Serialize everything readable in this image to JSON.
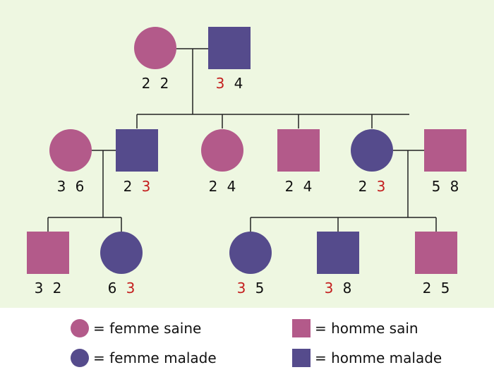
{
  "pedigree": {
    "members": [
      {
        "id": "g1-mother",
        "sex": "female",
        "status": "healthy",
        "alleles": [
          "2",
          "2"
        ],
        "highlight": [
          false,
          false
        ]
      },
      {
        "id": "g1-father",
        "sex": "male",
        "status": "affected",
        "alleles": [
          "3",
          "4"
        ],
        "highlight": [
          true,
          false
        ]
      },
      {
        "id": "g2-spouse-a",
        "sex": "female",
        "status": "healthy",
        "alleles": [
          "3",
          "6"
        ],
        "highlight": [
          false,
          false
        ]
      },
      {
        "id": "g2-son-1",
        "sex": "male",
        "status": "affected",
        "alleles": [
          "2",
          "3"
        ],
        "highlight": [
          false,
          true
        ]
      },
      {
        "id": "g2-daughter-1",
        "sex": "female",
        "status": "healthy",
        "alleles": [
          "2",
          "4"
        ],
        "highlight": [
          false,
          false
        ]
      },
      {
        "id": "g2-son-2",
        "sex": "male",
        "status": "healthy",
        "alleles": [
          "2",
          "4"
        ],
        "highlight": [
          false,
          false
        ]
      },
      {
        "id": "g2-daughter-2",
        "sex": "female",
        "status": "affected",
        "alleles": [
          "2",
          "3"
        ],
        "highlight": [
          false,
          true
        ]
      },
      {
        "id": "g2-spouse-b",
        "sex": "male",
        "status": "healthy",
        "alleles": [
          "5",
          "8"
        ],
        "highlight": [
          false,
          false
        ]
      },
      {
        "id": "g3-son-1",
        "sex": "male",
        "status": "healthy",
        "alleles": [
          "3",
          "2"
        ],
        "highlight": [
          false,
          false
        ]
      },
      {
        "id": "g3-daughter-1",
        "sex": "female",
        "status": "affected",
        "alleles": [
          "6",
          "3"
        ],
        "highlight": [
          false,
          true
        ]
      },
      {
        "id": "g3-daughter-2",
        "sex": "female",
        "status": "affected",
        "alleles": [
          "3",
          "5"
        ],
        "highlight": [
          true,
          false
        ]
      },
      {
        "id": "g3-son-2",
        "sex": "male",
        "status": "affected",
        "alleles": [
          "3",
          "8"
        ],
        "highlight": [
          true,
          false
        ]
      },
      {
        "id": "g3-son-3",
        "sex": "male",
        "status": "healthy",
        "alleles": [
          "2",
          "5"
        ],
        "highlight": [
          false,
          false
        ]
      }
    ]
  },
  "legend": {
    "female_healthy": "= femme saine",
    "female_affected": "= femme malade",
    "male_healthy": "= homme sain",
    "male_affected": "= homme malade"
  },
  "colors": {
    "healthy": "#b35a8a",
    "affected": "#554b8c",
    "highlight_allele": "#c41e1e",
    "background": "#eef7e1",
    "line": "#222222"
  }
}
